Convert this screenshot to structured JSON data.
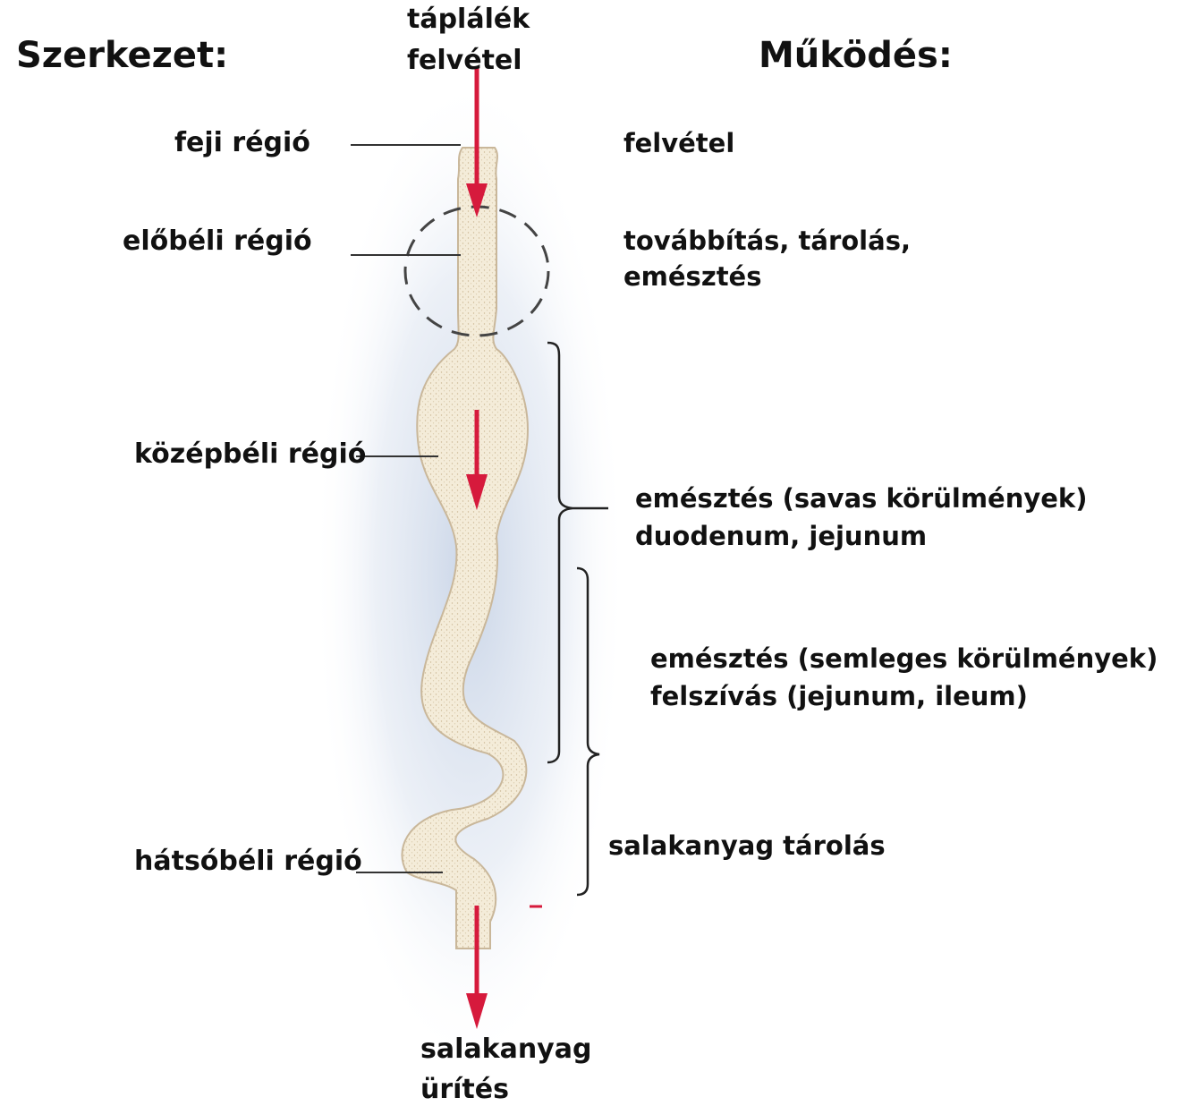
{
  "headings": {
    "structure": "Szerkezet:",
    "function": "Működés:"
  },
  "input": {
    "line1": "táplálék",
    "line2": "felvétel"
  },
  "output": {
    "line1": "salakanyag",
    "line2": "ürítés"
  },
  "structure_labels": {
    "head": "feji régió",
    "foregut": "előbéli régió",
    "midgut": "középbéli régió",
    "hindgut": "hátsóbéli régió"
  },
  "function_labels": {
    "head": "felvétel",
    "foregut": {
      "line1": "továbbítás, tárolás,",
      "line2": "emésztés"
    },
    "acidic": {
      "line1": "emésztés (savas körülmények)",
      "line2": "duodenum, jejunum"
    },
    "neutral": {
      "line1": "emésztés (semleges körülmények)",
      "line2": "felszívás (jejunum, ileum)"
    },
    "waste": "salakanyag tárolás"
  },
  "colors": {
    "arrow": "#d61a3c",
    "gut_fill": "#f3ead7",
    "gut_stroke": "#c9b79a",
    "halo": "#c7d3e6",
    "line": "#333333"
  }
}
